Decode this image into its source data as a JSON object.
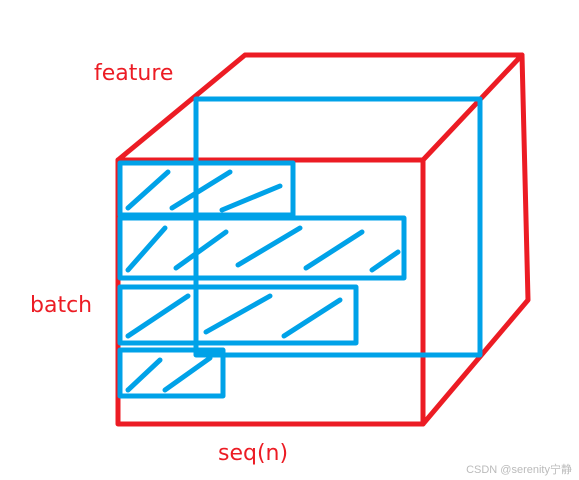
{
  "labels": {
    "top": "feature",
    "left": "batch",
    "bottom": "seq(n)"
  },
  "watermark": "CSDN @serenity宁静",
  "colors": {
    "cube": "#ec1c24",
    "blocks": "#00a2e8",
    "label": "#ec1c24",
    "watermark": "#bbbbbb",
    "background": "#ffffff"
  }
}
